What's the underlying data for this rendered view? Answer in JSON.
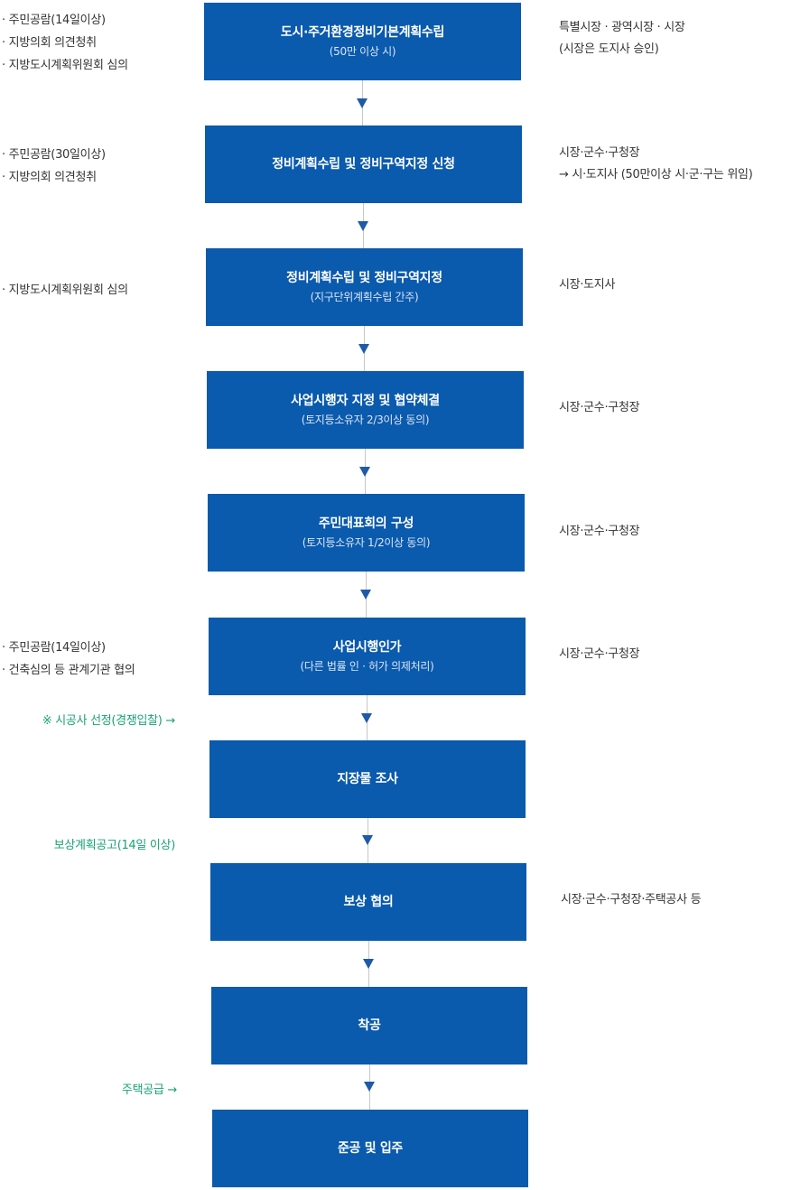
{
  "steps": [
    {
      "title": "도시·주거환경정비기본계획수립",
      "sub": "(50만 이상 시)"
    },
    {
      "title": "정비계획수립 및 정비구역지정 신청",
      "sub": ""
    },
    {
      "title": "정비계획수립 및 정비구역지정",
      "sub": "(지구단위계획수립 간주)"
    },
    {
      "title": "사업시행자 지정 및 협약체결",
      "sub": "(토지등소유자 2/3이상 동의)"
    },
    {
      "title": "주민대표회의 구성",
      "sub": "(토지등소유자 1/2이상 동의)"
    },
    {
      "title": "사업시행인가",
      "sub": "(다른 법률 인 · 허가 의제처리)"
    },
    {
      "title": "지장물 조사",
      "sub": ""
    },
    {
      "title": "보상 협의",
      "sub": ""
    },
    {
      "title": "착공",
      "sub": ""
    },
    {
      "title": "준공 및 입주",
      "sub": ""
    }
  ],
  "left_notes": {
    "step1": [
      "· 주민공람(14일이상)",
      "· 지방의회 의견청취",
      "· 지방도시계획위원회 심의"
    ],
    "step2": [
      "· 주민공람(30일이상)",
      "· 지방의회 의견청취"
    ],
    "step3": [
      "· 지방도시계획위원회 심의"
    ],
    "step6": [
      "· 주민공람(14일이상)",
      "· 건축심의 등 관계기관 협의"
    ]
  },
  "green_notes": {
    "contractor": "※ 시공사 선정(경쟁입찰) →",
    "compensation_notice": "보상계획공고(14일 이상)",
    "housing_supply": "주택공급 →"
  },
  "right_notes": {
    "step1": [
      "특별시장 · 광역시장 · 시장",
      "(시장은 도지사 승인)"
    ],
    "step2": [
      "시장·군수·구청장",
      "→ 시·도지사 (50만이상 시·군·구는 위임)"
    ],
    "step3": [
      "시장·도지사"
    ],
    "step4": [
      "시장·군수·구청장"
    ],
    "step5": [
      "시장·군수·구청장"
    ],
    "step6": [
      "시장·군수·구청장"
    ],
    "step8": [
      "시장·군수·구청장·주택공사 등"
    ]
  },
  "colors": {
    "box": "#0a5aad",
    "arrow": "#1e5aa8",
    "green": "#1aa274"
  }
}
